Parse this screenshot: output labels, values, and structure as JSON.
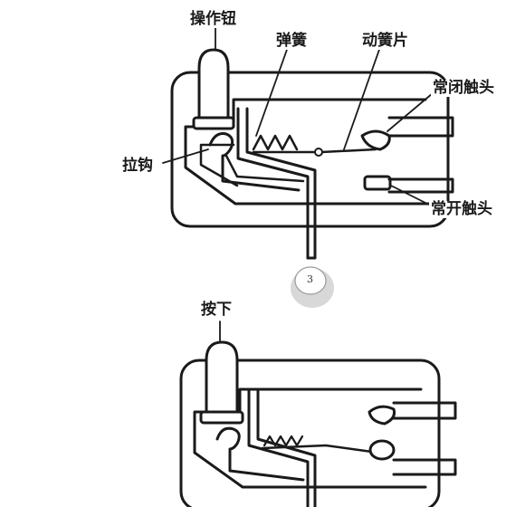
{
  "labels": {
    "operating_button": "操作钮",
    "spring": "弹簧",
    "moving_reed": "动簧片",
    "normally_closed_contact": "常闭触头",
    "pull_hook": "拉钩",
    "normally_open_contact": "常开触头",
    "press_down": "按下"
  },
  "page_number": "3",
  "colors": {
    "ink": "#1a1a1a",
    "paper": "#ffffff",
    "badge_shadow": "#b8b8b8"
  }
}
